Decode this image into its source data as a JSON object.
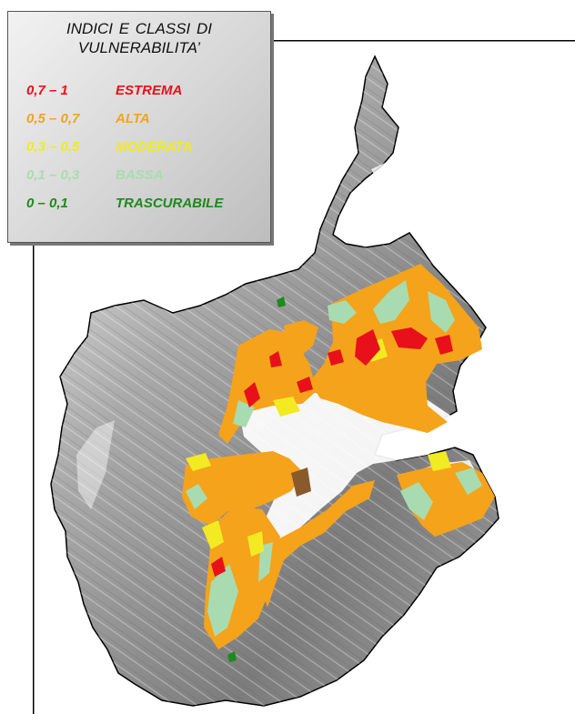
{
  "legend": {
    "title_line1": "INDICI  E  CLASSI  DI",
    "title_line2": "VULNERABILITA’",
    "classes": [
      {
        "range": "0,7 – 1",
        "label": "ESTREMA",
        "color": "#e8101a"
      },
      {
        "range": "0,5 – 0,7",
        "label": "ALTA",
        "color": "#f5a31a"
      },
      {
        "range": "0,3 – 0,5",
        "label": "MODERATA",
        "color": "#f2ea22"
      },
      {
        "range": "0,1 – 0,3",
        "label": "BASSA",
        "color": "#a8dcb0"
      },
      {
        "range": "0 – 0,1",
        "label": "TRASCURABILE",
        "color": "#1c8a1c"
      }
    ]
  },
  "map": {
    "terrain_light": "#f4f4f4",
    "terrain_dark": "#6e6e6e",
    "plain_color": "#ffffff",
    "outline_color": "#000000"
  }
}
